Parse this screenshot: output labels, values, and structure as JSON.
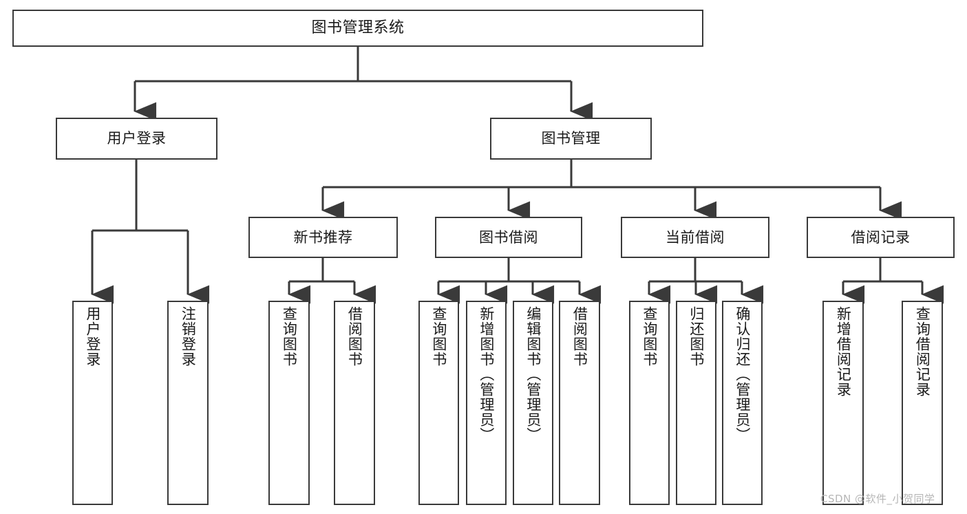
{
  "diagram": {
    "type": "tree-hierarchy",
    "title": "图书管理系统功能结构图",
    "root": {
      "id": "root",
      "label": "图书管理系统"
    },
    "level2": [
      {
        "id": "user-login",
        "label": "用户登录"
      },
      {
        "id": "book-manage",
        "label": "图书管理"
      }
    ],
    "level3": [
      {
        "id": "new-book-rec",
        "label": "新书推荐"
      },
      {
        "id": "book-borrow",
        "label": "图书借阅"
      },
      {
        "id": "current-borrow",
        "label": "当前借阅"
      },
      {
        "id": "borrow-record",
        "label": "借阅记录"
      }
    ],
    "leaves": {
      "user_login": [
        {
          "id": "leaf-user-login",
          "label": "用户登录"
        },
        {
          "id": "leaf-logout-login",
          "label": "注销登录"
        }
      ],
      "new_book_rec": [
        {
          "id": "leaf-query-book-1",
          "label": "查询图书"
        },
        {
          "id": "leaf-borrow-book-1",
          "label": "借阅图书"
        }
      ],
      "book_borrow": [
        {
          "id": "leaf-query-book-2",
          "label": "查询图书"
        },
        {
          "id": "leaf-add-book",
          "label": "新增图书（管理员）"
        },
        {
          "id": "leaf-edit-book",
          "label": "编辑图书（管理员）"
        },
        {
          "id": "leaf-borrow-book-2",
          "label": "借阅图书"
        }
      ],
      "current_borrow": [
        {
          "id": "leaf-query-book-3",
          "label": "查询图书"
        },
        {
          "id": "leaf-return-book",
          "label": "归还图书"
        },
        {
          "id": "leaf-confirm-return",
          "label": "确认归还（管理员）"
        }
      ],
      "borrow_record": [
        {
          "id": "leaf-add-record",
          "label": "新增借阅记录"
        },
        {
          "id": "leaf-query-record",
          "label": "查询借阅记录"
        }
      ]
    },
    "colors": {
      "stroke": "#3a3a3a",
      "fill": "#ffffff",
      "text": "#1a1a1a",
      "watermark": "#b6b6b6"
    }
  },
  "watermark": {
    "text": "CSDN @软件_小贺同学"
  }
}
